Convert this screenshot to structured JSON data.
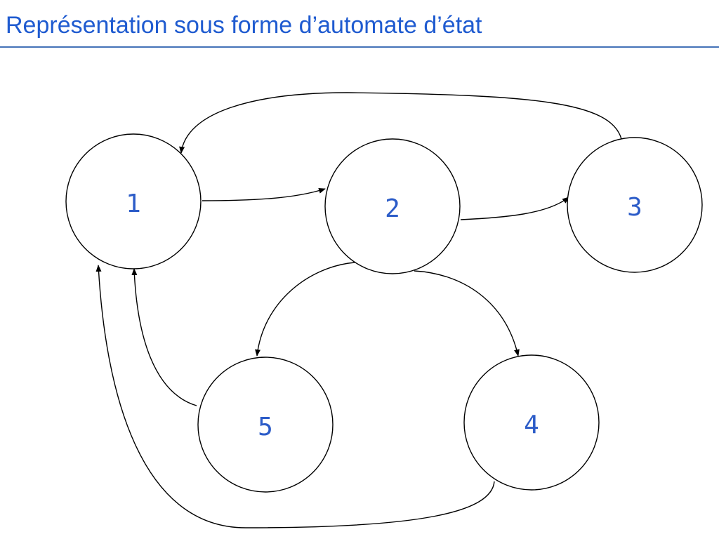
{
  "header": {
    "title": "Représentation sous forme d’automate d’état",
    "accent_color": "#1f5bd0",
    "rule_color": "#4472b8"
  },
  "diagram": {
    "type": "state-machine",
    "node_label_color": "#2c5cc8",
    "states": [
      {
        "id": "s1",
        "label": "1"
      },
      {
        "id": "s2",
        "label": "2"
      },
      {
        "id": "s3",
        "label": "3"
      },
      {
        "id": "s4",
        "label": "4"
      },
      {
        "id": "s5",
        "label": "5"
      }
    ],
    "transitions": [
      {
        "from": "1",
        "to": "2"
      },
      {
        "from": "2",
        "to": "3"
      },
      {
        "from": "3",
        "to": "1"
      },
      {
        "from": "2",
        "to": "5"
      },
      {
        "from": "2",
        "to": "4"
      },
      {
        "from": "5",
        "to": "1"
      },
      {
        "from": "4",
        "to": "1"
      }
    ]
  }
}
